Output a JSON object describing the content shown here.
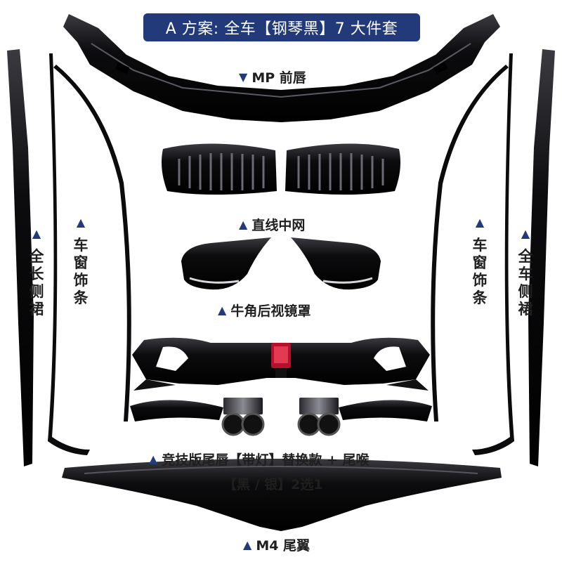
{
  "banner": {
    "text": "A 方案: 全车【钢琴黑】7 大件套"
  },
  "parts": {
    "front_lip": {
      "marker": "▼",
      "label": "MP 前唇"
    },
    "grille": {
      "marker": "▲",
      "label": "直线中网"
    },
    "mirror_covers": {
      "marker": "▲",
      "label": "牛角后视镜罩"
    },
    "rear_diffuser": {
      "marker": "▲",
      "label_line1": "竞技版尾唇【带灯】替换款 + 尾喉",
      "label_line2": "【黑 / 银】2选1"
    },
    "spoiler": {
      "marker": "▲",
      "label": "M4 尾翼"
    },
    "side_skirt_left": {
      "marker": "▲",
      "label": [
        "全",
        "长",
        "侧",
        "裙"
      ]
    },
    "window_trim_left": {
      "marker": "▲",
      "label": [
        "车",
        "窗",
        "饰",
        "条"
      ]
    },
    "window_trim_right": {
      "marker": "▲",
      "label": [
        "车",
        "窗",
        "饰",
        "条"
      ]
    },
    "side_skirt_right": {
      "marker": "▲",
      "label": [
        "全",
        "车",
        "侧",
        "裙"
      ]
    }
  },
  "colors": {
    "banner_bg": "#223a7a",
    "marker": "#223a7a",
    "part_black": "#0b0b0d"
  }
}
